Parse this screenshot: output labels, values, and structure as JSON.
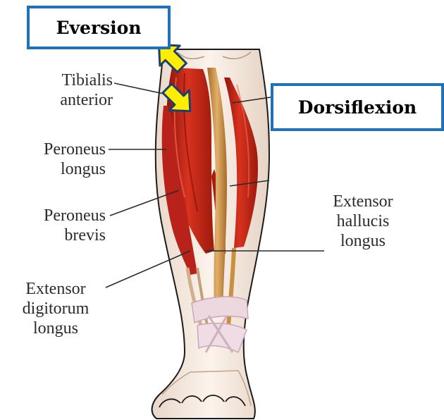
{
  "action_labels": {
    "eversion": "Eversion",
    "dorsiflexion": "Dorsiflexion"
  },
  "muscle_labels": {
    "tibialis_anterior": [
      "Tibialis",
      "anterior"
    ],
    "peroneus_longus": [
      "Peroneus",
      "longus"
    ],
    "peroneus_brevis": [
      "Peroneus",
      "brevis"
    ],
    "extensor_digitorum_longus": [
      "Extensor",
      "digitorum",
      "longus"
    ],
    "extensor_hallucis_longus": [
      "Extensor",
      "hallucis",
      "longus"
    ]
  },
  "colors": {
    "box_border": "#1f72b8",
    "arrow_fill": "#ffee00",
    "arrow_stroke": "#1a3f73",
    "muscle": "#c8281a",
    "tendon": "#c9913f",
    "retinaculum": "#eed8e0",
    "label_text": "#2b2b2b"
  }
}
